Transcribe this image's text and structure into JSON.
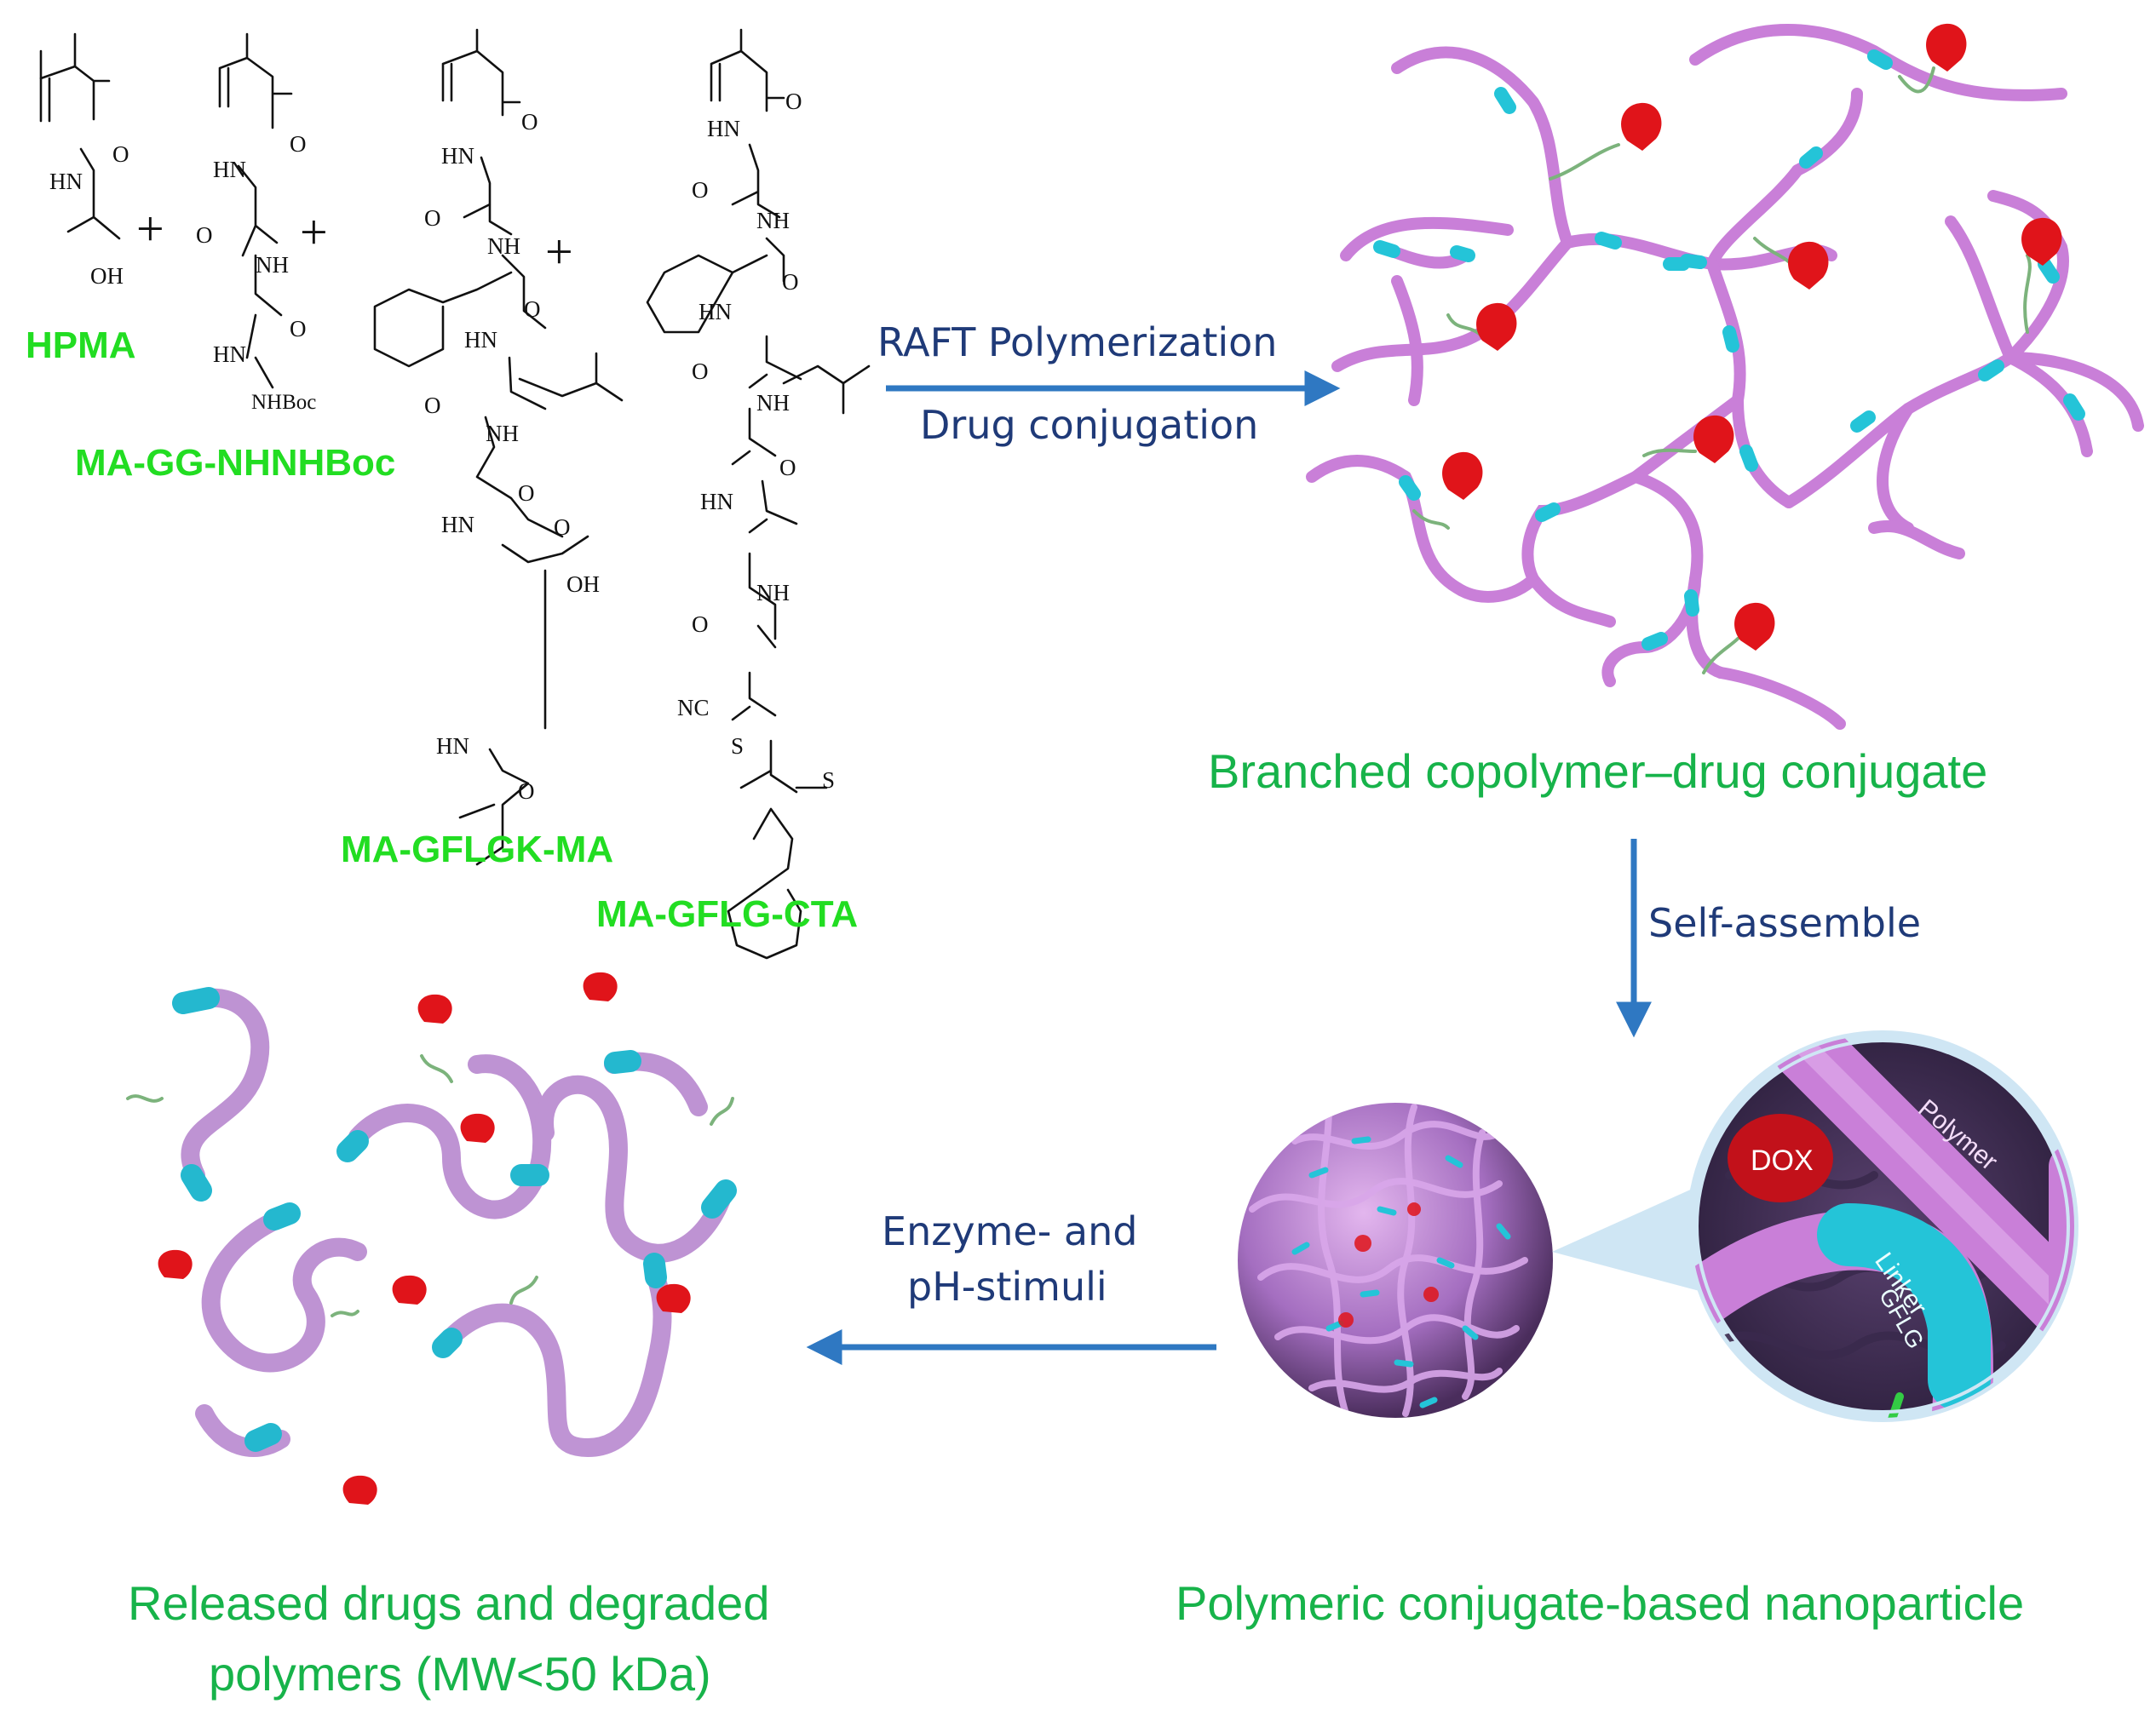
{
  "monomers": {
    "hpma": {
      "name": "HPMA",
      "atoms": {
        "o": "O",
        "hn": "HN",
        "oh": "OH"
      }
    },
    "ma_gg": {
      "name": "MA-GG-NHNHBoc",
      "atoms": {
        "o1": "O",
        "hn1": "HN",
        "o2": "O",
        "nh": "NH",
        "o3": "O",
        "hn2": "HN",
        "nhboc": "NHBoc"
      }
    },
    "ma_gflgk": {
      "name": "MA-GFLGK-MA",
      "atoms": {
        "o1": "O",
        "hn1": "HN",
        "o2": "O",
        "nh1": "NH",
        "o3": "O",
        "hn2": "HN",
        "o4": "O",
        "nh2": "NH",
        "o5": "O",
        "hn3": "HN",
        "o6": "O",
        "oh": "OH",
        "hn4": "HN",
        "o7": "O"
      }
    },
    "ma_gflg_cta": {
      "name": "MA-GFLG-CTA",
      "atoms": {
        "o1": "O",
        "hn1": "HN",
        "o2": "O",
        "nh1": "NH",
        "o3": "O",
        "hn2": "HN",
        "o4": "O",
        "nh2": "NH",
        "o5": "O",
        "hn3": "HN",
        "nh3": "NH",
        "o6": "O",
        "nc": "NC",
        "s1": "S",
        "s2": "S"
      }
    },
    "plus_sign": "+"
  },
  "steps": {
    "raft_line1": "RAFT Polymerization",
    "raft_line2": "Drug conjugation",
    "self_assemble": "Self-assemble",
    "stimuli_line1": "Enzyme- and",
    "stimuli_line2": "pH-stimuli"
  },
  "products": {
    "branched": "Branched copolymer–drug conjugate",
    "nanoparticle": "Polymeric conjugate-based nanoparticle",
    "released_line1": "Released drugs and degraded",
    "released_line2": "polymers (MW<50 kDa)"
  },
  "zoom_labels": {
    "dox": "DOX",
    "polymer": "Polymer",
    "linker": "Linker",
    "gflg": "GFLG"
  },
  "colors": {
    "polymer": "#c97fd8",
    "linker": "#24c4d8",
    "drug": "#e0141a",
    "spacer": "#7cb37c",
    "arrow": "#2f78c2",
    "label_green": "#22dd22",
    "title_green": "#17b34a",
    "step_text": "#1f3a78"
  }
}
